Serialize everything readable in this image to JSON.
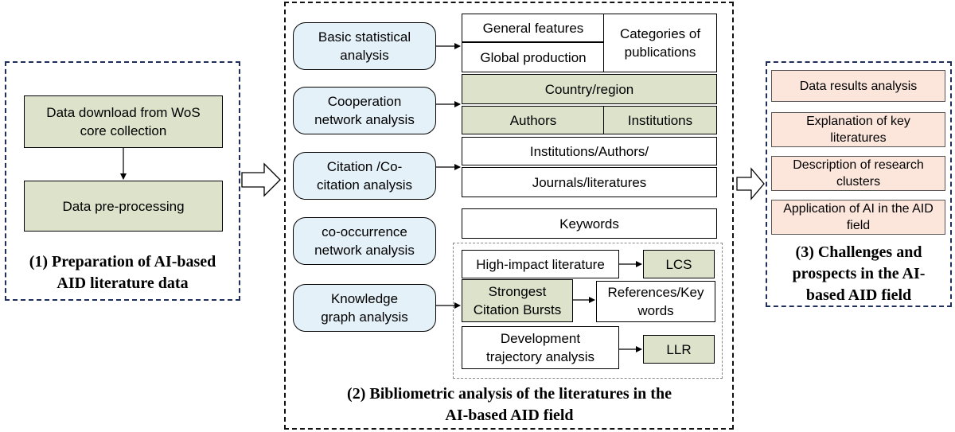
{
  "stage1": {
    "download": "Data download from WoS core collection",
    "preprocess": "Data pre-processing",
    "caption_line1": "(1) Preparation of AI-based",
    "caption_line2": "AID literature data"
  },
  "stage2": {
    "basic": "Basic statistical analysis",
    "general_features": "General features",
    "global_production": "Global production",
    "categories": "Categories of publications",
    "cooperation": "Cooperation network analysis",
    "country": "Country/region",
    "authors": "Authors",
    "institutions": "Institutions",
    "citation": "Citation /Co-citation analysis",
    "inst_authors": "Institutions/Authors/",
    "journals": "Journals/literatures",
    "cooccurrence": "co-occurrence network analysis",
    "keywords": "Keywords",
    "knowledge": "Knowledge graph analysis",
    "high_impact": "High-impact literature",
    "lcs": "LCS",
    "strongest": "Strongest Citation Bursts",
    "references": "References/Key words",
    "development": "Development trajectory analysis",
    "llr": "LLR",
    "caption_line1": "(2) Bibliometric analysis of the literatures in the",
    "caption_line2": "AI-based AID field"
  },
  "stage3": {
    "data_results": "Data results analysis",
    "explanation": "Explanation of key literatures",
    "description": "Description of research clusters",
    "application": "Application of AI in the AID field",
    "caption_line1": "(3) Challenges and",
    "caption_line2": "prospects in the AI-",
    "caption_line3": "based AID field"
  },
  "colors": {
    "green_fill": "#dde2cb",
    "blue_fill": "#e4f1f9",
    "pink_fill": "#fce6dc",
    "frame_navy": "#1f2f5a"
  }
}
